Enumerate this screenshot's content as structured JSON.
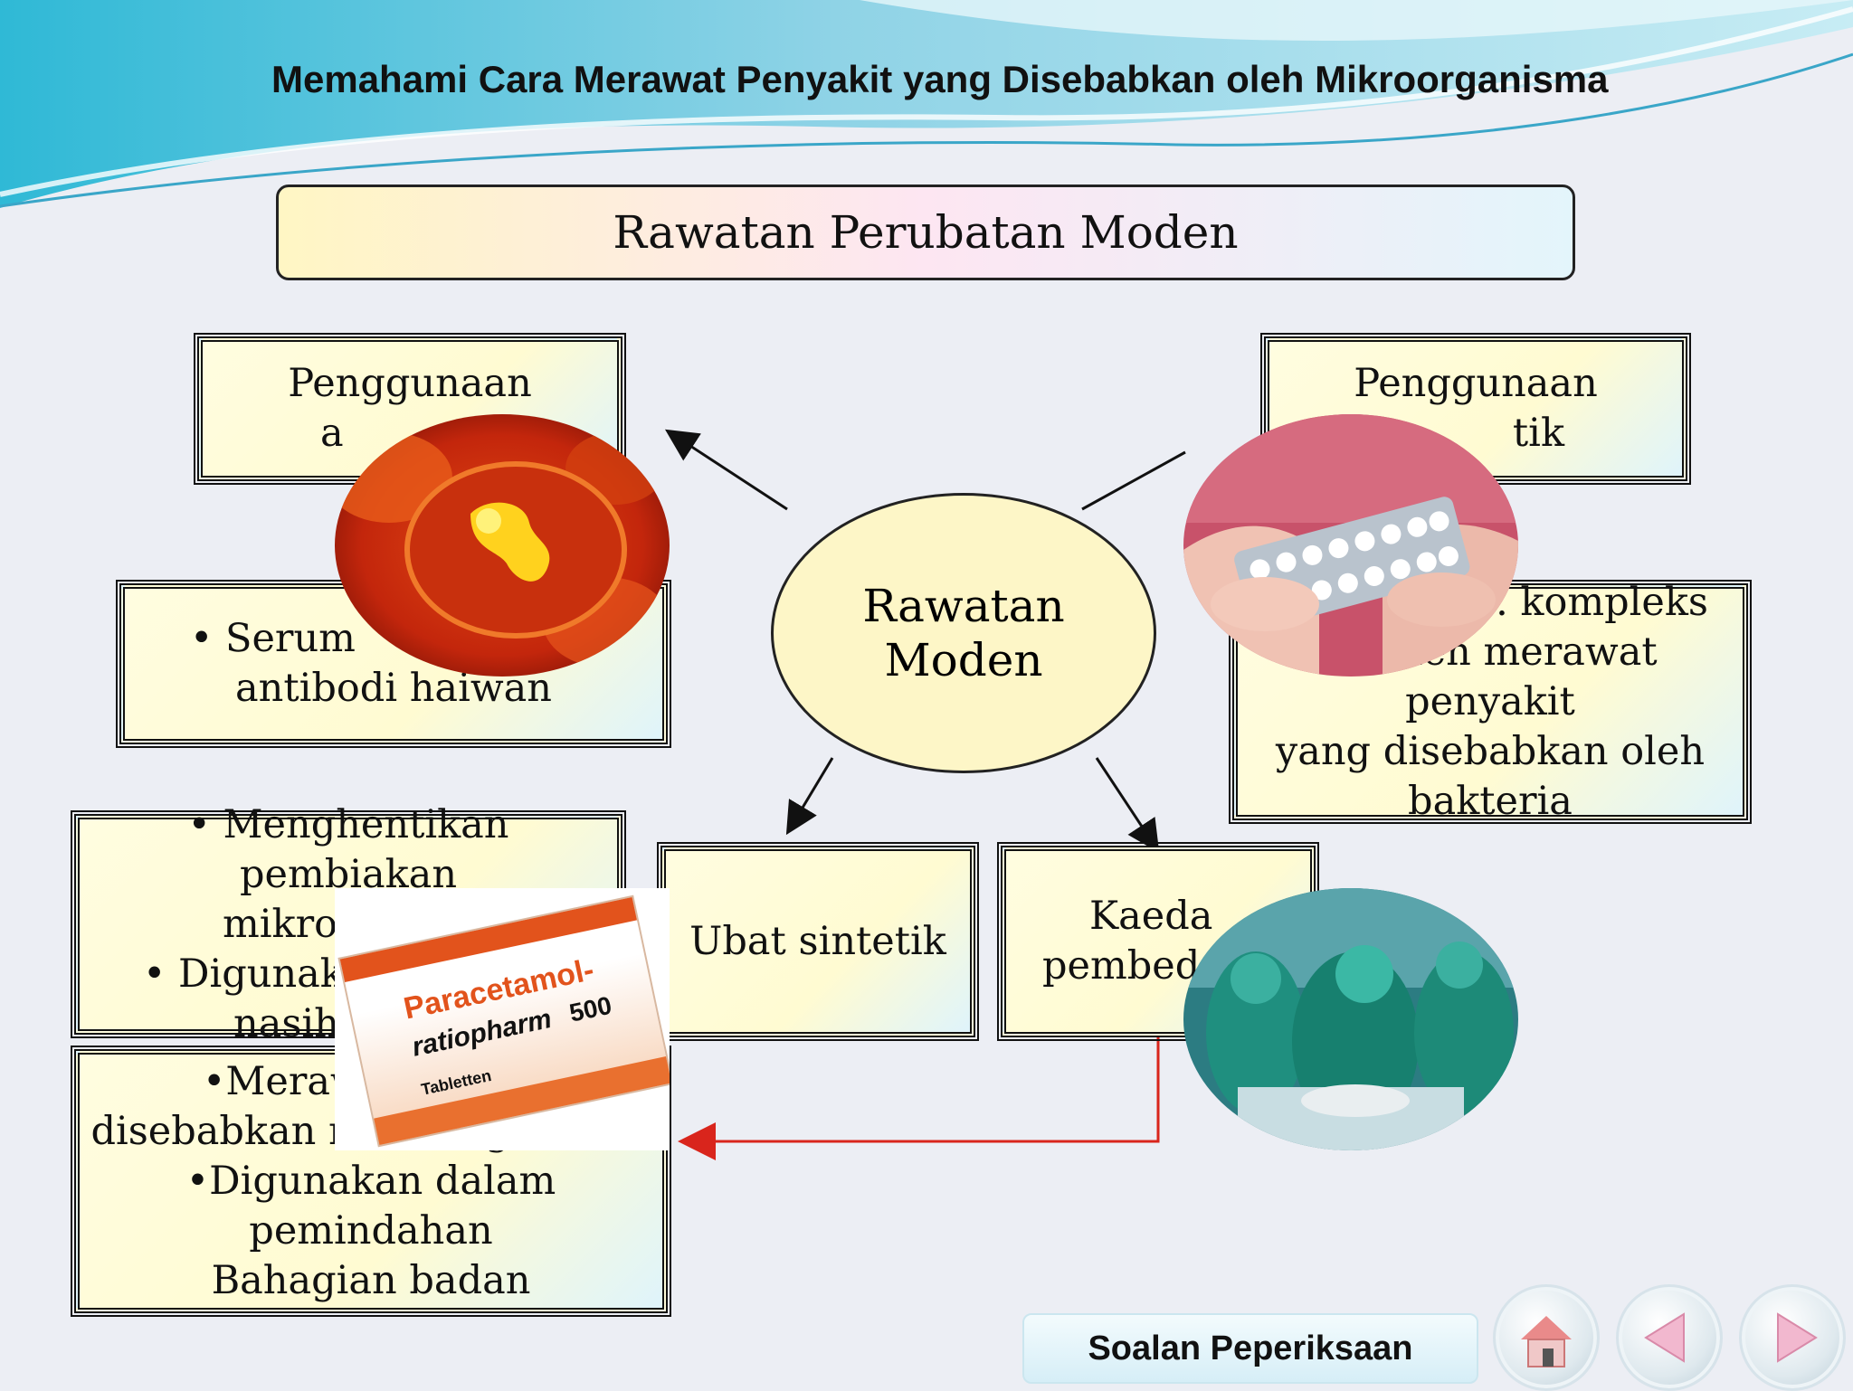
{
  "title": "Memahami Cara Merawat Penyakit yang Disebabkan oleh Mikroorganisma",
  "banner": "Rawatan Perubatan Moden",
  "center_node": {
    "line1": "Rawatan",
    "line2": "Moden"
  },
  "boxes": {
    "top_left": {
      "line1": "Penggunaan",
      "line2": "a"
    },
    "top_right": {
      "line1": "Penggunaan",
      "line2": "tik"
    },
    "mid_left": {
      "line1": "• Serum",
      "line2": "antibodi haiwan"
    },
    "mid_right": {
      "line1": ". kompleks",
      "line2": "• Boleh merawat penyakit",
      "line3": "yang disebabkan oleh",
      "line4": "bakteria"
    },
    "low_left": {
      "line1": "• Menghentikan pembiakan",
      "line2": "mikroo",
      "line3": "• Digunaka",
      "line4": "nasiha"
    },
    "ubat": {
      "line1": "Ubat sintetik"
    },
    "kaedah": {
      "line1": "Kaeda",
      "line2": "pembed"
    },
    "bottom_left": {
      "line1": "•Meraw",
      "line2": "disebabkan mikroorganisma",
      "line3": "•Digunakan dalam pemindahan",
      "line4": "Bahagian badan"
    }
  },
  "drug_box": {
    "brand": "Paracetamol-",
    "maker": "ratiopharm",
    "dose": "500",
    "form": "Tabletten"
  },
  "footer": {
    "soalan": "Soalan Peperiksaan"
  },
  "nav": [
    "home-icon",
    "back-icon",
    "forward-icon"
  ],
  "colors": {
    "arrow_red": "#d9251c",
    "box_fill": "#fffbd2",
    "oval_fill": "#fdf6c7",
    "drug_orange": "#e2531c"
  }
}
